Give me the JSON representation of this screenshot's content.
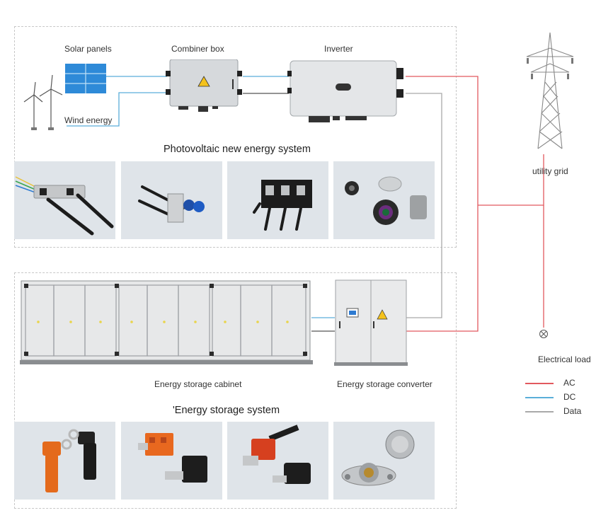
{
  "pv_system": {
    "solar_panels": "Solar panels",
    "combiner_box": "Combiner box",
    "inverter": "Inverter",
    "wind_energy": "Wind energy",
    "title": "Photovoltaic new energy system",
    "products": [
      "pv-branch-connector",
      "pv-panel-mount-connector",
      "terminal-block",
      "cable-glands-and-vents"
    ]
  },
  "grid": {
    "utility_grid": "utility grid",
    "electrical_load": "Electrical load"
  },
  "storage_system": {
    "cabinet": "Energy storage cabinet",
    "converter": "Energy storage converter",
    "title": "'Energy storage system",
    "products": [
      "orange-black-angled-connectors",
      "orange-panel-connector",
      "red-plug-connector",
      "metal-flange-connectors"
    ]
  },
  "legend": {
    "items": [
      {
        "label": "AC",
        "color": "#e2595f"
      },
      {
        "label": "DC",
        "color": "#5aaed9"
      },
      {
        "label": "Data",
        "color": "#a9a9a9"
      }
    ]
  }
}
